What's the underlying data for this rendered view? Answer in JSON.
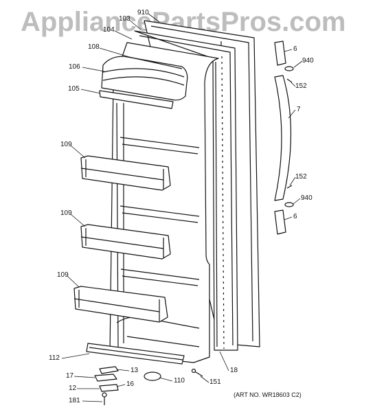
{
  "watermark": "AppliancePartsPros.com",
  "art_number": "(ART NO. WR18603 C2)",
  "labels": {
    "p910": "910",
    "p103": "103",
    "p104": "104",
    "p108": "108",
    "p106": "106",
    "p105": "105",
    "p109a": "109",
    "p109b": "109",
    "p109c": "109",
    "p112": "112",
    "p13": "13",
    "p17": "17",
    "p16": "16",
    "p12": "12",
    "p181": "181",
    "p110": "110",
    "p151": "151",
    "p18": "18",
    "p6a": "6",
    "p940a": "940",
    "p152a": "152",
    "p7": "7",
    "p152b": "152",
    "p940b": "940",
    "p6b": "6"
  }
}
